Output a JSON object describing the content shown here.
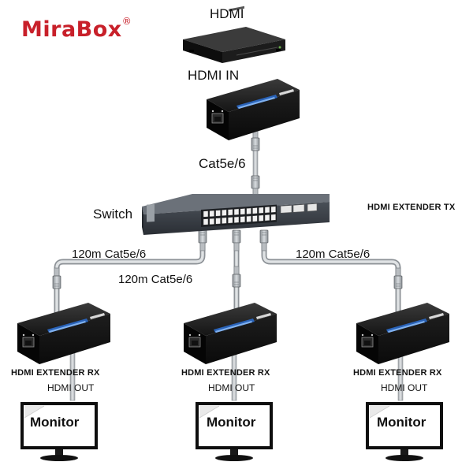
{
  "brand": {
    "name": "MiraBox",
    "mark": "®",
    "color": "#c8202a"
  },
  "source": {
    "label": "HDMI",
    "input_label": "HDMI IN"
  },
  "uplink": {
    "cable_label": "Cat5e/6"
  },
  "switch": {
    "label": "Switch"
  },
  "transmitter": {
    "label": "HDMI EXTENDER TX"
  },
  "links": {
    "left": "120m Cat5e/6",
    "center": "120m Cat5e/6",
    "right": "120m Cat5e/6"
  },
  "receivers": [
    {
      "label": "HDMI EXTENDER RX",
      "output": "HDMI OUT",
      "monitor": "Monitor"
    },
    {
      "label": "HDMI EXTENDER RX",
      "output": "HDMI OUT",
      "monitor": "Monitor"
    },
    {
      "label": "HDMI EXTENDER RX",
      "output": "HDMI OUT",
      "monitor": "Monitor"
    }
  ],
  "icons": [
    "hdmi-player-icon",
    "extender-tx-icon",
    "rj45-plug-icon",
    "network-switch-icon",
    "extender-rx-icon",
    "monitor-icon"
  ]
}
